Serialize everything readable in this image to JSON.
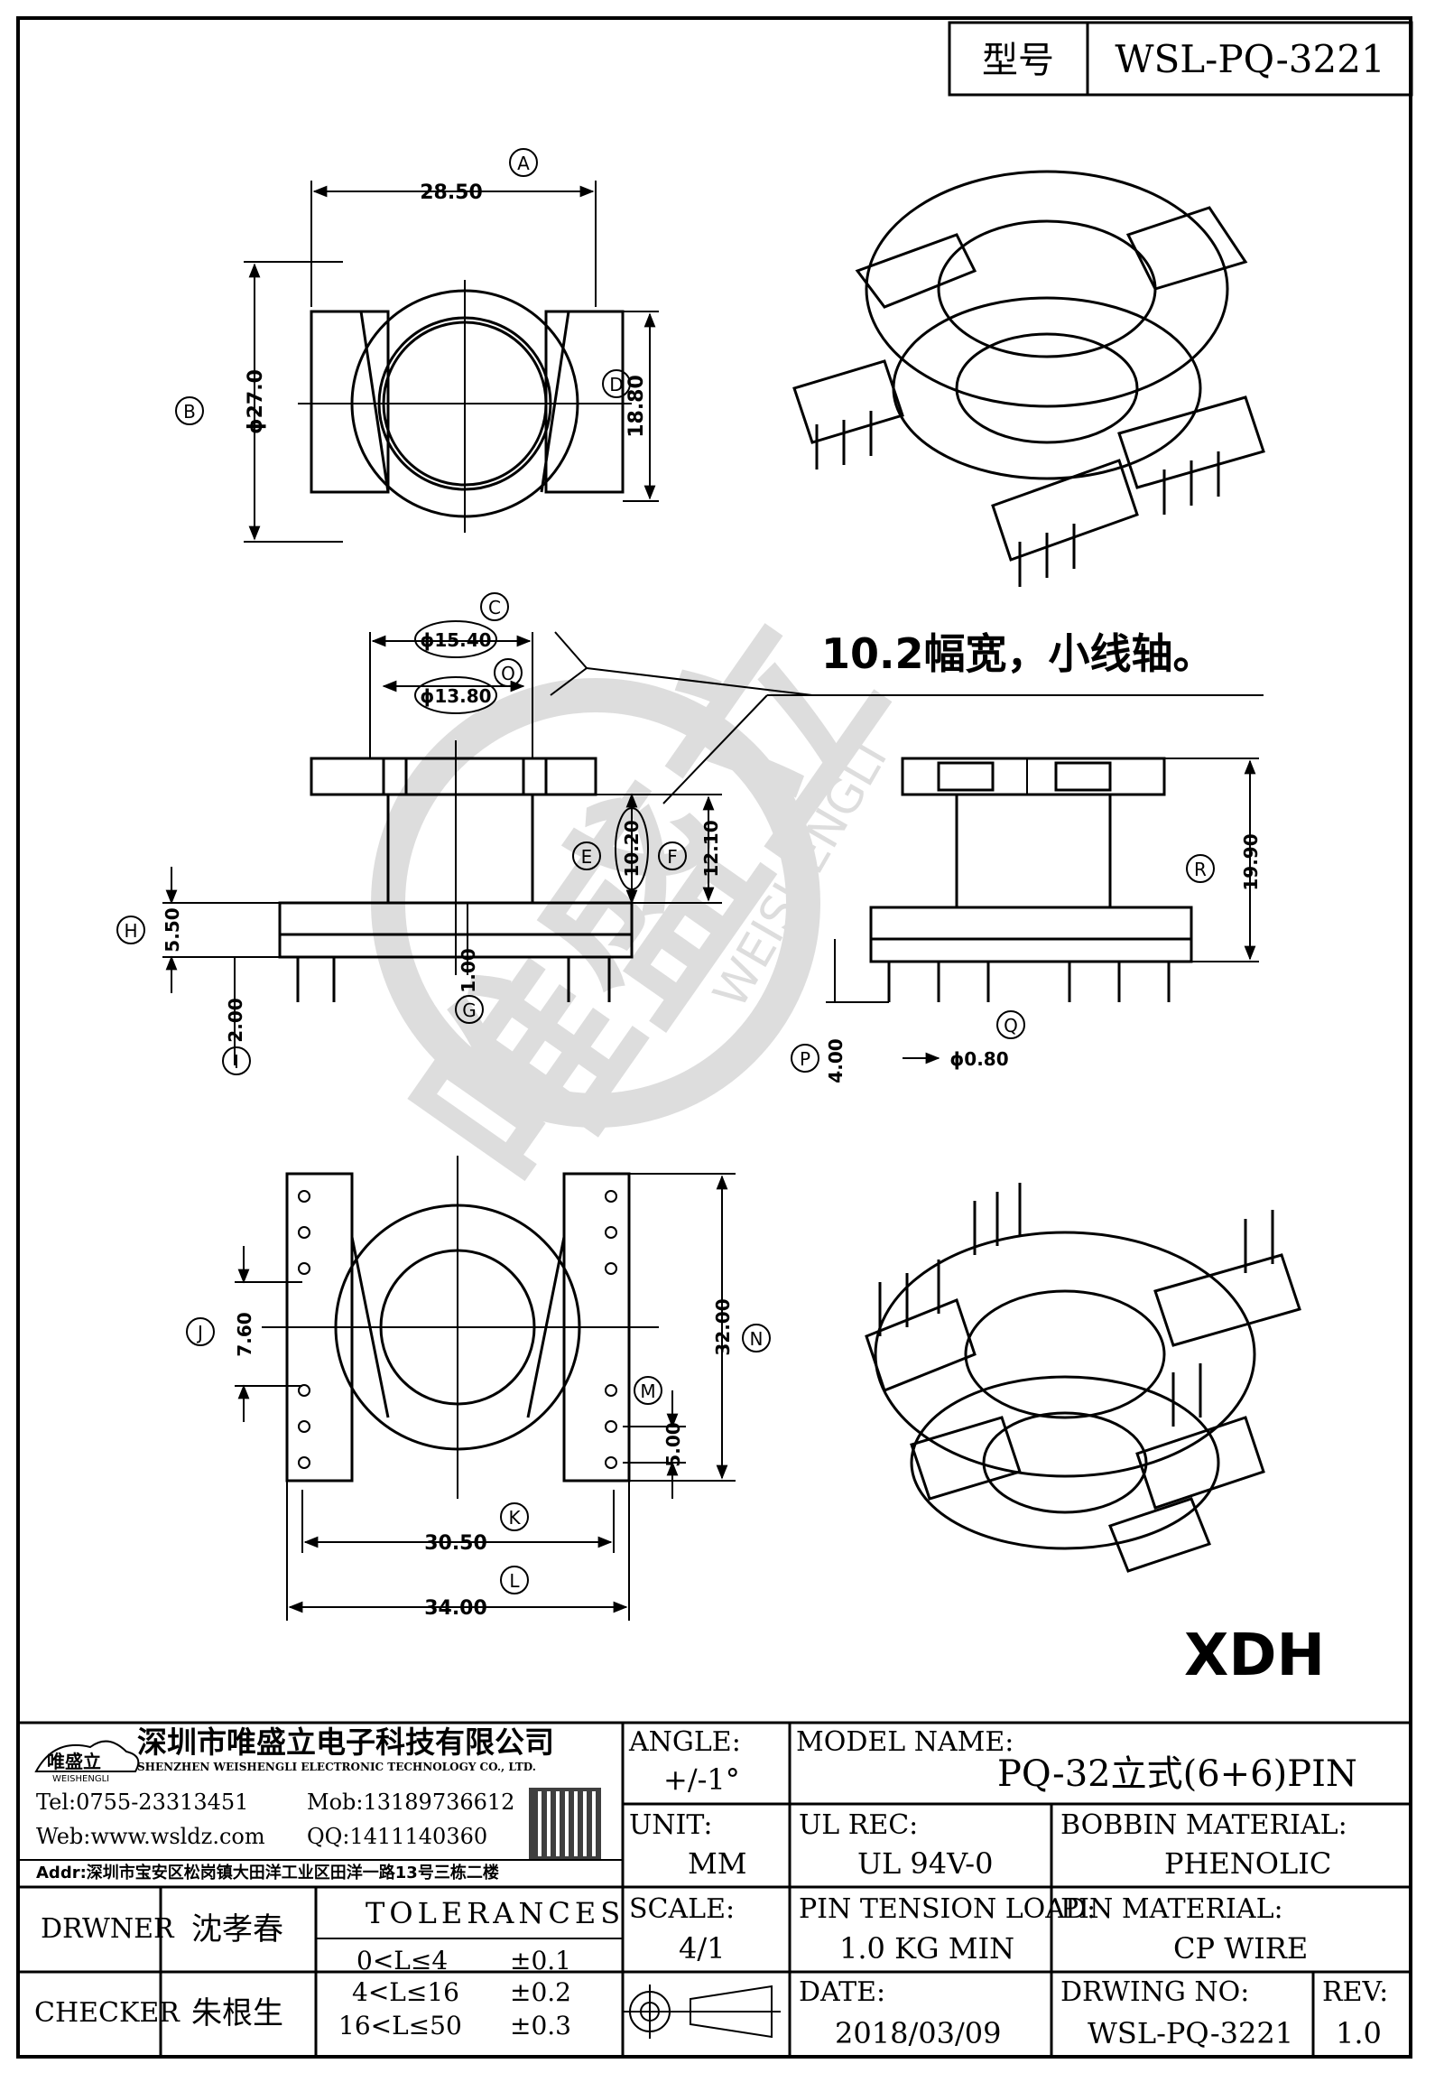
{
  "header": {
    "type_label": "型号",
    "type_value": "WSL-PQ-3221"
  },
  "dimensions": {
    "A": "A",
    "B": "B",
    "C": "C",
    "D": "D",
    "E": "E",
    "F": "F",
    "G": "G",
    "H": "H",
    "I": "I",
    "J": "J",
    "K": "K",
    "L": "L",
    "M": "M",
    "N": "N",
    "O": "O",
    "P": "P",
    "Q": "Q",
    "R": "R",
    "a_val": "28.50",
    "b_val": "ϕ27.0",
    "d_val": "18.80",
    "c_val": "ϕ15.40",
    "o_val": "ϕ13.80",
    "e_val": "10.20",
    "f_val": "12.10",
    "h_val": "5.50",
    "g_val": "1.00",
    "i_val": "2.00",
    "r_val": "19.90",
    "p_val": "4.00",
    "q_val": "ϕ0.80",
    "j_val": "7.60",
    "n_val": "32.00",
    "m_val": "5.00",
    "k_val": "30.50",
    "l_val": "34.00"
  },
  "note": "10.2幅宽，小线轴。",
  "watermark": {
    "cn": "唯盛立",
    "en": "WEISHENGLI"
  },
  "mark": "XDH",
  "company": {
    "logo_text": "唯盛立",
    "logo_sub": "WEISHENGLI",
    "name_cn": "深圳市唯盛立电子科技有限公司",
    "name_en": "SHENZHEN WEISHENGLI ELECTRONIC TECHNOLOGY CO., LTD.",
    "tel": "Tel:0755-23313451",
    "mob": "Mob:13189736612",
    "web": "Web:www.wsldz.com",
    "qq": "QQ:1411140360",
    "addr": "Addr:深圳市宝安区松岗镇大田洋工业区田洋一路13号三栋二楼"
  },
  "title_block": {
    "angle_label": "ANGLE:",
    "angle_value": "+/-1°",
    "model_label": "MODEL NAME:",
    "model_value": "PQ-32立式(6+6)PIN",
    "unit_label": "UNIT:",
    "unit_value": "MM",
    "ul_label": "UL REC:",
    "ul_value": "UL 94V-0",
    "bobbin_label": "BOBBIN MATERIAL:",
    "bobbin_value": "PHENOLIC",
    "scale_label": "SCALE:",
    "scale_value": "4/1",
    "tension_label": "PIN TENSION LOAD:",
    "tension_value": "1.0 KG MIN",
    "pinmat_label": "PIN MATERIAL:",
    "pinmat_value": "CP WIRE",
    "date_label": "DATE:",
    "date_value": "2018/03/09",
    "drwno_label": "DRWING NO:",
    "drwno_value": "WSL-PQ-3221",
    "rev_label": "REV:",
    "rev_value": "1.0",
    "drawer_label": "DRWNER",
    "drawer_value": "沈孝春",
    "checker_label": "CHECKER",
    "checker_value": "朱根生",
    "tolerances_label": "TOLERANCES",
    "tol_rows": [
      {
        "range": "0<L≤4",
        "value": "±0.1"
      },
      {
        "range": "4<L≤16",
        "value": "±0.2"
      },
      {
        "range": "16<L≤50",
        "value": "±0.3"
      }
    ]
  }
}
